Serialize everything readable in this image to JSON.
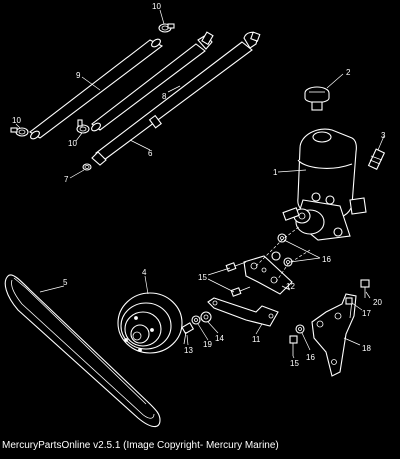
{
  "caption": "MercuryPartsOnline v2.5.1 (Image Copyright- Mercury Marine)",
  "callouts": {
    "c1": "1",
    "c2": "2",
    "c3": "3",
    "c4": "4",
    "c5": "5",
    "c6": "6",
    "c7": "7",
    "c8": "8",
    "c9": "9",
    "c10a": "10",
    "c10b": "10",
    "c10c": "10",
    "c11": "11",
    "c12": "12",
    "c13": "13",
    "c14": "14",
    "c15a": "15",
    "c15b": "15",
    "c16a": "16",
    "c16b": "16",
    "c17": "17",
    "c18": "18",
    "c19": "19",
    "c20": "20"
  }
}
